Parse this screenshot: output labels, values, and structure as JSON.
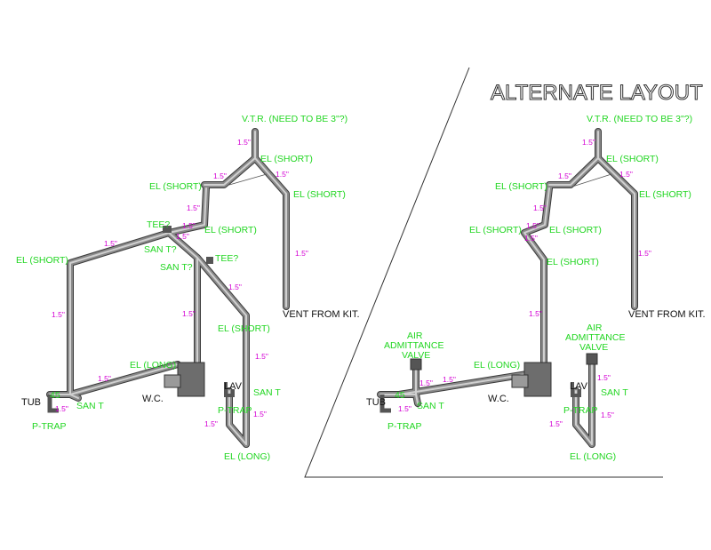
{
  "title": "ALTERNATE LAYOUT",
  "colors": {
    "label": "#22d622",
    "dimension": "#d400d4",
    "pipe": "#8a8a8a",
    "text": "#111111"
  },
  "left": {
    "labels": {
      "vtr": "V.T.R. (NEED TO BE 3\"?)",
      "el_short_1": "EL (SHORT)",
      "el_short_2": "EL (SHORT)",
      "el_short_3": "EL (SHORT)",
      "el_short_4": "EL (SHORT)",
      "el_short_5": "EL (SHORT)",
      "tee_1": "TEE?",
      "tee_2": "TEE?",
      "san_t_1": "SAN T?",
      "san_t_2": "SAN T?",
      "el_long_1": "EL (LONG)",
      "el_long_2": "EL (LONG)",
      "san_t_3": "SAN T",
      "san_t_4": "SAN T",
      "p_trap_1": "P-TRAP",
      "p_trap_2": "P-TRAP",
      "vent": "VENT FROM KIT.",
      "tub": "TUB",
      "wc": "W.C.",
      "lav": "LAV",
      "deg45": "45"
    },
    "dims": [
      "1.5\"",
      "1.5\"",
      "1.5\"",
      "1.5\"",
      "1.5\"",
      "1.5\"",
      "1.5\"",
      "1.5\"",
      "1.5\"",
      "1.5\"",
      "1.5\"",
      "1.5\"",
      "1.5\"",
      "1.5\"",
      "1.5\"",
      "1.5\"",
      "1.5\"",
      "1.5\""
    ]
  },
  "right": {
    "labels": {
      "vtr": "V.T.R. (NEED TO BE 3\"?)",
      "el_short_1": "EL (SHORT)",
      "el_short_2": "EL (SHORT)",
      "el_short_3": "EL (SHORT)",
      "el_short_4": "EL (SHORT)",
      "el_short_5": "EL (SHORT)",
      "el_short_6": "EL (SHORT)",
      "el_short_7": "EL (SHORT)",
      "el_long_1": "EL (LONG)",
      "el_long_2": "EL (LONG)",
      "san_t_1": "SAN T",
      "san_t_2": "SAN T",
      "p_trap_1": "P-TRAP",
      "p_trap_2": "P-TRAP",
      "vent": "VENT FROM KIT.",
      "tub": "TUB",
      "wc": "W.C.",
      "lav": "LAV",
      "deg45": "45",
      "aav_1_line1": "AIR",
      "aav_1_line2": "ADMITTANCE",
      "aav_1_line3": "VALVE",
      "aav_2_line1": "AIR",
      "aav_2_line2": "ADMITTANCE",
      "aav_2_line3": "VALVE"
    },
    "dims": [
      "1.5\"",
      "1.5\"",
      "1.5\"",
      "1.5\"",
      "1.5\"",
      "1.5\"",
      "1.5\"",
      "1.5\"",
      "1.5\"",
      "1.5\"",
      "1.5\"",
      "1.5\"",
      "1.5\"",
      "1.5\"",
      "1.5\"",
      "1.5\"",
      "1.5\"",
      "1.5\""
    ]
  }
}
